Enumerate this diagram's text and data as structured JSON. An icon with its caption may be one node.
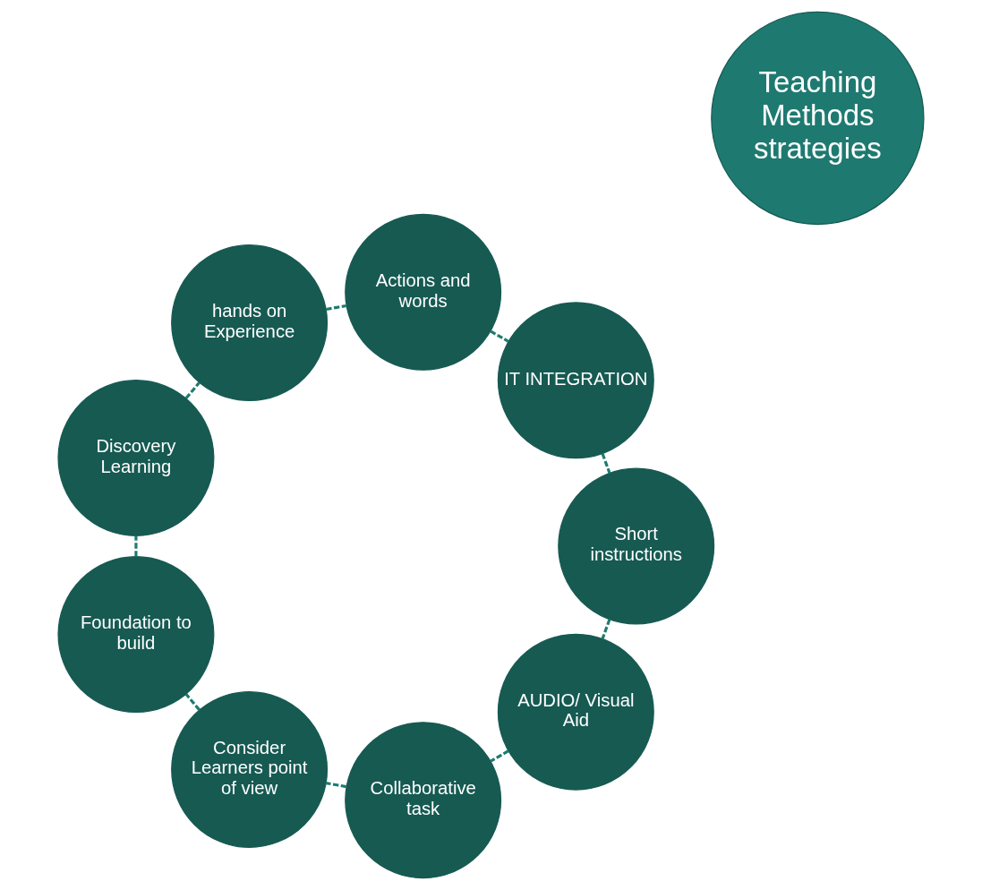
{
  "diagram": {
    "nodes": [
      {
        "text": [
          "Teaching Methods strategies"
        ]
      },
      {
        "text": [
          "AUDIO/ Visual Aid"
        ]
      },
      {
        "text": [
          "Collaborative task"
        ]
      },
      {
        "text": [
          "Consider Learners point of view"
        ]
      },
      {
        "text": [
          "Foundation to build"
        ]
      },
      {
        "text": [
          "Discovery Learning"
        ]
      },
      {
        "text": [
          "hands on Experience"
        ]
      },
      {
        "text": [
          "Actions and words"
        ]
      },
      {
        "text": [
          "IT INTEGRATION"
        ]
      },
      {
        "text": [
          "Short instructions"
        ]
      }
    ],
    "edges": [
      {
        "from": 1,
        "to": 2,
        "arrow": "none",
        "style": "dashed"
      },
      {
        "from": 2,
        "to": 3,
        "arrow": "none",
        "style": "dashed"
      },
      {
        "from": 3,
        "to": 4,
        "arrow": "none",
        "style": "dashed"
      },
      {
        "from": 4,
        "to": 5,
        "arrow": "none",
        "style": "dashed"
      },
      {
        "from": 5,
        "to": 6,
        "arrow": "none",
        "style": "dashed"
      },
      {
        "from": 6,
        "to": 7,
        "arrow": "none",
        "style": "dashed"
      },
      {
        "from": 7,
        "to": 8,
        "arrow": "none",
        "style": "dashed"
      },
      {
        "from": 8,
        "to": 9,
        "arrow": "none",
        "style": "dashed"
      },
      {
        "from": 9,
        "to": 1,
        "arrow": "none",
        "style": "dashed"
      }
    ]
  }
}
